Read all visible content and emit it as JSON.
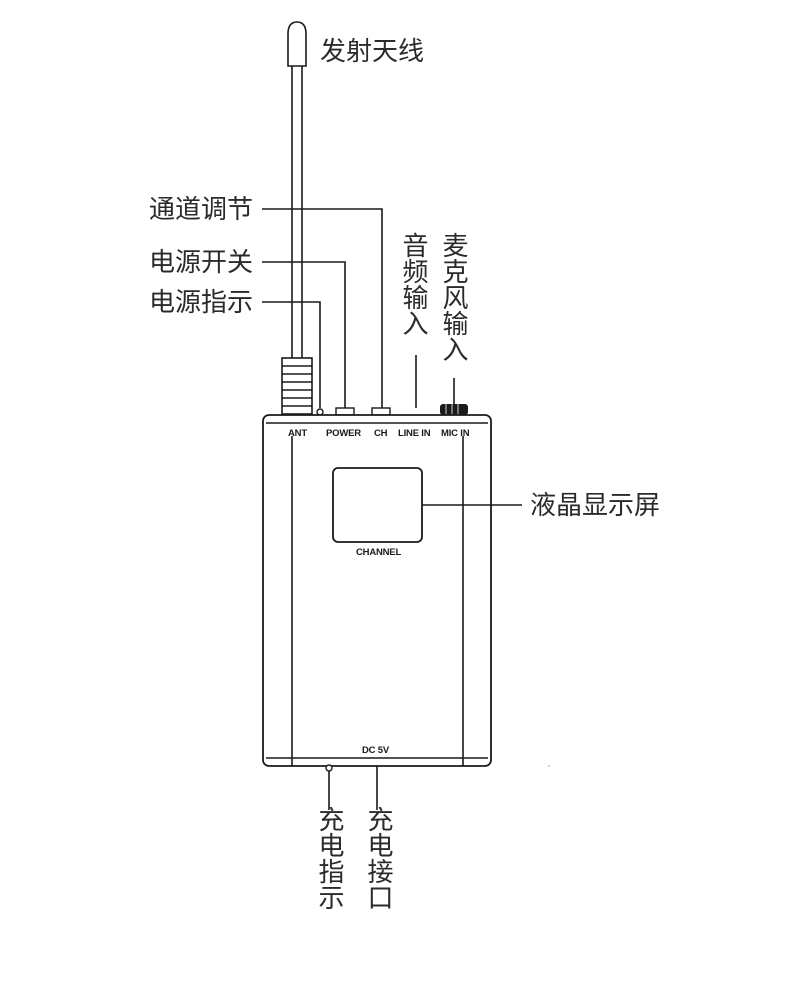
{
  "labels": {
    "antenna": "发射天线",
    "channel_adjust": "通道调节",
    "power_switch": "电源开关",
    "power_indicator": "电源指示",
    "audio_input": "音频输入",
    "mic_input": "麦克风输入",
    "lcd_screen": "液晶显示屏",
    "charge_indicator": "充电指示",
    "charge_port": "充电接口"
  },
  "panel": {
    "ant": "ANT",
    "power": "POWER",
    "ch": "CH",
    "line_in": "LINE IN",
    "mic_in": "MIC IN",
    "channel": "CHANNEL",
    "dc": "DC 5V"
  }
}
